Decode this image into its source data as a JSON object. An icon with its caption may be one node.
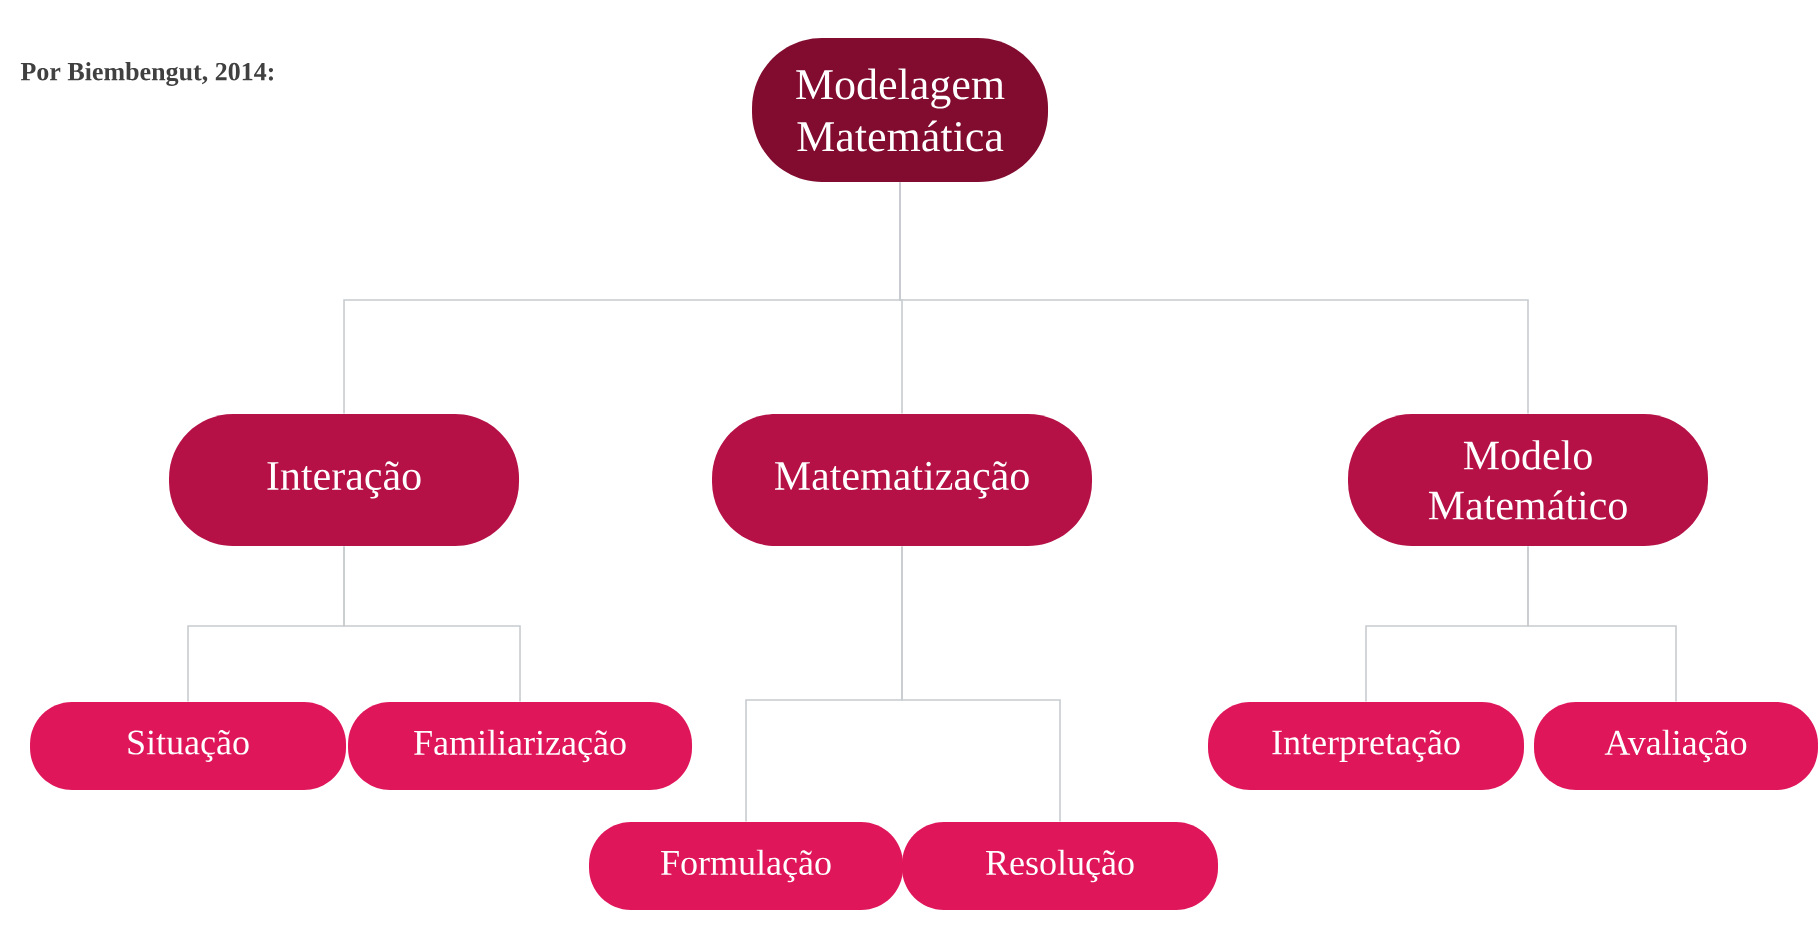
{
  "diagram": {
    "nodes": [
      {
        "text": [
          "Modelagem Matemática"
        ]
      },
      {
        "text": [
          "Interação"
        ]
      },
      {
        "text": [
          "Matematização"
        ]
      },
      {
        "text": [
          "Modelo Matemático"
        ]
      },
      {
        "text": [
          "Situação"
        ]
      },
      {
        "text": [
          "Familiarização"
        ]
      },
      {
        "text": [
          "Formulação"
        ]
      },
      {
        "text": [
          "Resolução"
        ]
      },
      {
        "text": [
          "Interpretação"
        ]
      },
      {
        "text": [
          "Avaliação"
        ]
      }
    ],
    "edges": [
      {
        "from": 0,
        "to": 1,
        "arrow": "none"
      },
      {
        "from": 0,
        "to": 2,
        "arrow": "none"
      },
      {
        "from": 0,
        "to": 3,
        "arrow": "none"
      },
      {
        "from": 1,
        "to": 4,
        "arrow": "none"
      },
      {
        "from": 1,
        "to": 5,
        "arrow": "none"
      },
      {
        "from": 2,
        "to": 6,
        "arrow": "none"
      },
      {
        "from": 2,
        "to": 7,
        "arrow": "none"
      },
      {
        "from": 3,
        "to": 8,
        "arrow": "none"
      },
      {
        "from": 3,
        "to": 9,
        "arrow": "none"
      }
    ],
    "labels": [
      "**Por Biembengut, 2014:**"
    ]
  }
}
